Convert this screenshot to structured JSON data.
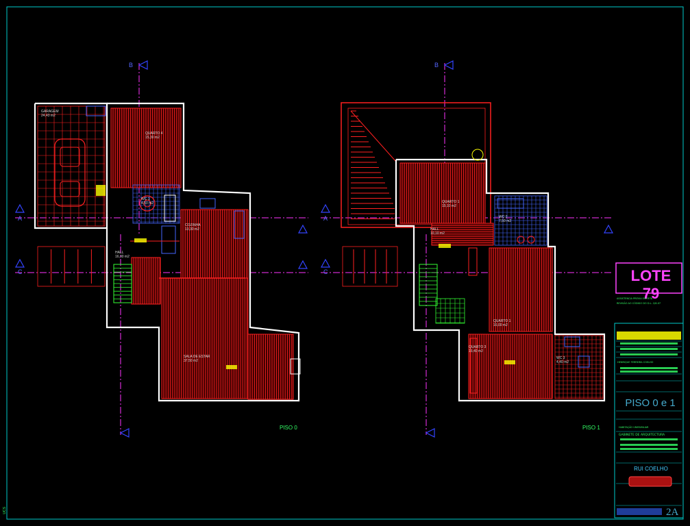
{
  "drawing": {
    "background": "#000000",
    "colors": {
      "wall": "#ffffff",
      "hatch": "#ff2020",
      "axis": "#ff33ff",
      "marker": "#3344ff",
      "frame": "#00cccc",
      "fixture": "#4466ff",
      "stairs": "#33ff33",
      "yellow": "#ffff00"
    },
    "axes": {
      "vertical": [
        "B",
        "B"
      ],
      "horizontal": [
        "A",
        "C"
      ]
    }
  },
  "floor0": {
    "plan_label": "PISO 0",
    "rooms": [
      {
        "name": "GARAGEM",
        "area": "24,43 m2"
      },
      {
        "name": "QUARTO 4",
        "area": "15,30 m2"
      },
      {
        "name": "WC 1",
        "area": "4,50 m2"
      },
      {
        "name": "COZINHA",
        "area": "13,30 m2"
      },
      {
        "name": "HALL",
        "area": "16,30 m2"
      },
      {
        "name": "SALA DE ESTAR",
        "area": "37,50 m2"
      }
    ]
  },
  "floor1": {
    "plan_label": "PISO 1",
    "rooms": [
      {
        "name": "QUARTO 1",
        "area": "15,10 m2"
      },
      {
        "name": "HALL",
        "area": "10,10 m2"
      },
      {
        "name": "WC 2",
        "area": "7,50 m2"
      },
      {
        "name": "QUARTO 1",
        "area": "16,00 m2"
      },
      {
        "name": "QUARTO 3",
        "area": "15,40 m2"
      },
      {
        "name": "WC 3",
        "area": "4,40 m2"
      }
    ]
  },
  "title_block": {
    "lot": "LOTE 79",
    "subtitle_1": "ASSISTENCIA PREVIA ESCRITA",
    "subtitle_2": "REVISÃO AO CÓDIGO DO D.L. 2/6-07",
    "client": "HENRIQUE FERREIRA COELHO",
    "drawing_title": "PISO 0 e 1",
    "category": "HABITAÇÃO UNIFAMILIAR",
    "office": "GABINETE DE ARQUITECTURA",
    "architect": "RUI COELHO",
    "sheet": "2A"
  },
  "corner_text": "UCS"
}
